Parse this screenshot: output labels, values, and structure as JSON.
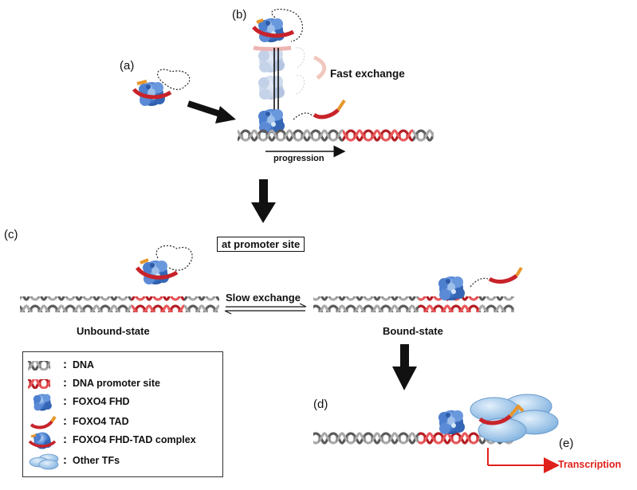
{
  "panels": {
    "a": "(a)",
    "b": "(b)",
    "c": "(c)",
    "d": "(d)",
    "e": "(e)"
  },
  "labels": {
    "fast_exchange": "Fast exchange",
    "progression": "progression",
    "at_promoter_site": "at promoter site",
    "slow_exchange": "Slow exchange",
    "unbound_state": "Unbound-state",
    "bound_state": "Bound-state",
    "transcription": "Transcription"
  },
  "legend": [
    {
      "icon": "dna-icon",
      "text": "DNA"
    },
    {
      "icon": "dna-promoter-icon",
      "text": "DNA promoter site"
    },
    {
      "icon": "foxo4-fhd-icon",
      "text": "FOXO4 FHD"
    },
    {
      "icon": "foxo4-tad-icon",
      "text": "FOXO4 TAD"
    },
    {
      "icon": "fhd-tad-complex-icon",
      "text": "FOXO4 FHD-TAD complex"
    },
    {
      "icon": "other-tfs-icon",
      "text": "Other TFs"
    }
  ],
  "colors": {
    "dna": "#8a8a8a",
    "promoter": "#d4262a",
    "fhd": "#3a6fc4",
    "tad_red": "#c8232a",
    "tad_orange": "#e8962a",
    "tfs": "#9cc4e8",
    "transcription": "#e0201b"
  }
}
